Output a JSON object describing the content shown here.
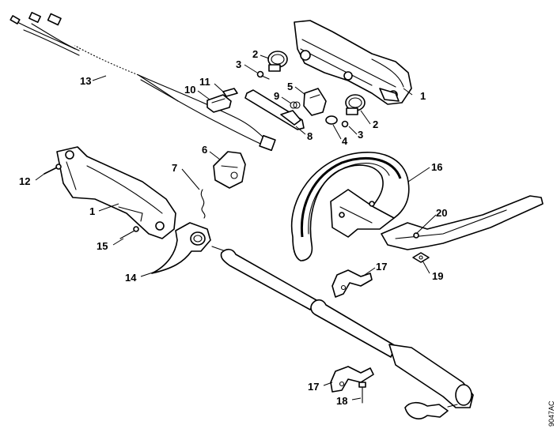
{
  "callouts": [
    {
      "id": "c13",
      "text": "13"
    },
    {
      "id": "c11",
      "text": "11"
    },
    {
      "id": "c10",
      "text": "10"
    },
    {
      "id": "c3a",
      "text": "3"
    },
    {
      "id": "c2a",
      "text": "2"
    },
    {
      "id": "c5",
      "text": "5"
    },
    {
      "id": "c9",
      "text": "9"
    },
    {
      "id": "c1a",
      "text": "1"
    },
    {
      "id": "c2b",
      "text": "2"
    },
    {
      "id": "c3b",
      "text": "3"
    },
    {
      "id": "c4",
      "text": "4"
    },
    {
      "id": "c8",
      "text": "8"
    },
    {
      "id": "c6",
      "text": "6"
    },
    {
      "id": "c7",
      "text": "7"
    },
    {
      "id": "c12",
      "text": "12"
    },
    {
      "id": "c1b",
      "text": "1"
    },
    {
      "id": "c15",
      "text": "15"
    },
    {
      "id": "c14",
      "text": "14"
    },
    {
      "id": "c16",
      "text": "16"
    },
    {
      "id": "c20",
      "text": "20"
    },
    {
      "id": "c17a",
      "text": "17"
    },
    {
      "id": "c19",
      "text": "19"
    },
    {
      "id": "c17b",
      "text": "17"
    },
    {
      "id": "c18",
      "text": "18"
    }
  ],
  "watermark": "9047AC"
}
